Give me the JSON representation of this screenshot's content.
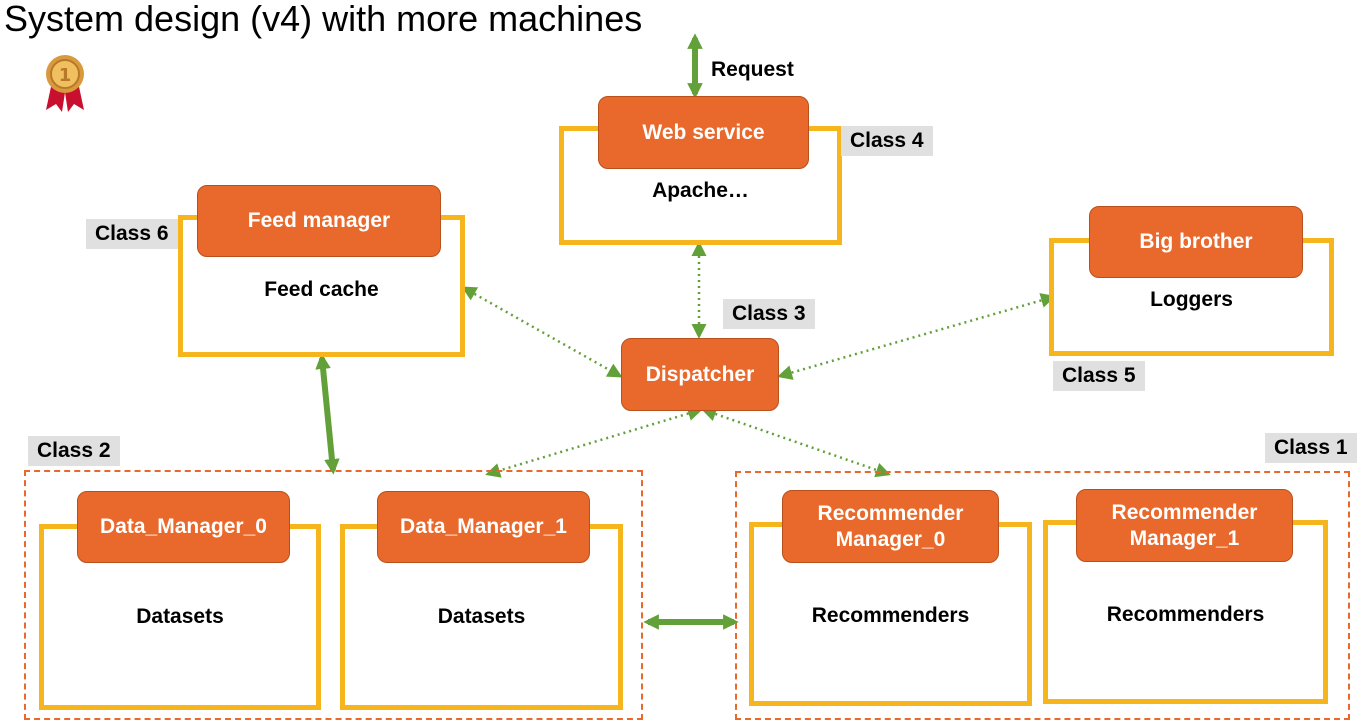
{
  "title": "System design (v4) with more machines",
  "colors": {
    "orange": "#e8692b",
    "yellow": "#f7b51d",
    "green": "#62a03a",
    "class_label_bg": "#e0e0e0"
  },
  "icons": {
    "medal": "gold-medal-icon"
  },
  "request_label": "Request",
  "nodes": {
    "web_service": {
      "header": "Web service",
      "body": "Apache…",
      "class": "Class 4"
    },
    "feed_manager": {
      "header": "Feed manager",
      "body": "Feed cache",
      "class": "Class 6"
    },
    "big_brother": {
      "header": "Big brother",
      "body": "Loggers",
      "class": "Class 5"
    },
    "dispatcher": {
      "header": "Dispatcher",
      "class": "Class 3"
    },
    "data_managers": {
      "class": "Class 2",
      "items": [
        {
          "header": "Data_Manager_0",
          "body": "Datasets"
        },
        {
          "header": "Data_Manager_1",
          "body": "Datasets"
        }
      ]
    },
    "recommender_managers": {
      "class": "Class 1",
      "items": [
        {
          "header": "Recommender\nManager_0",
          "body": "Recommenders"
        },
        {
          "header": "Recommender\nManager_1",
          "body": "Recommenders"
        }
      ]
    }
  }
}
